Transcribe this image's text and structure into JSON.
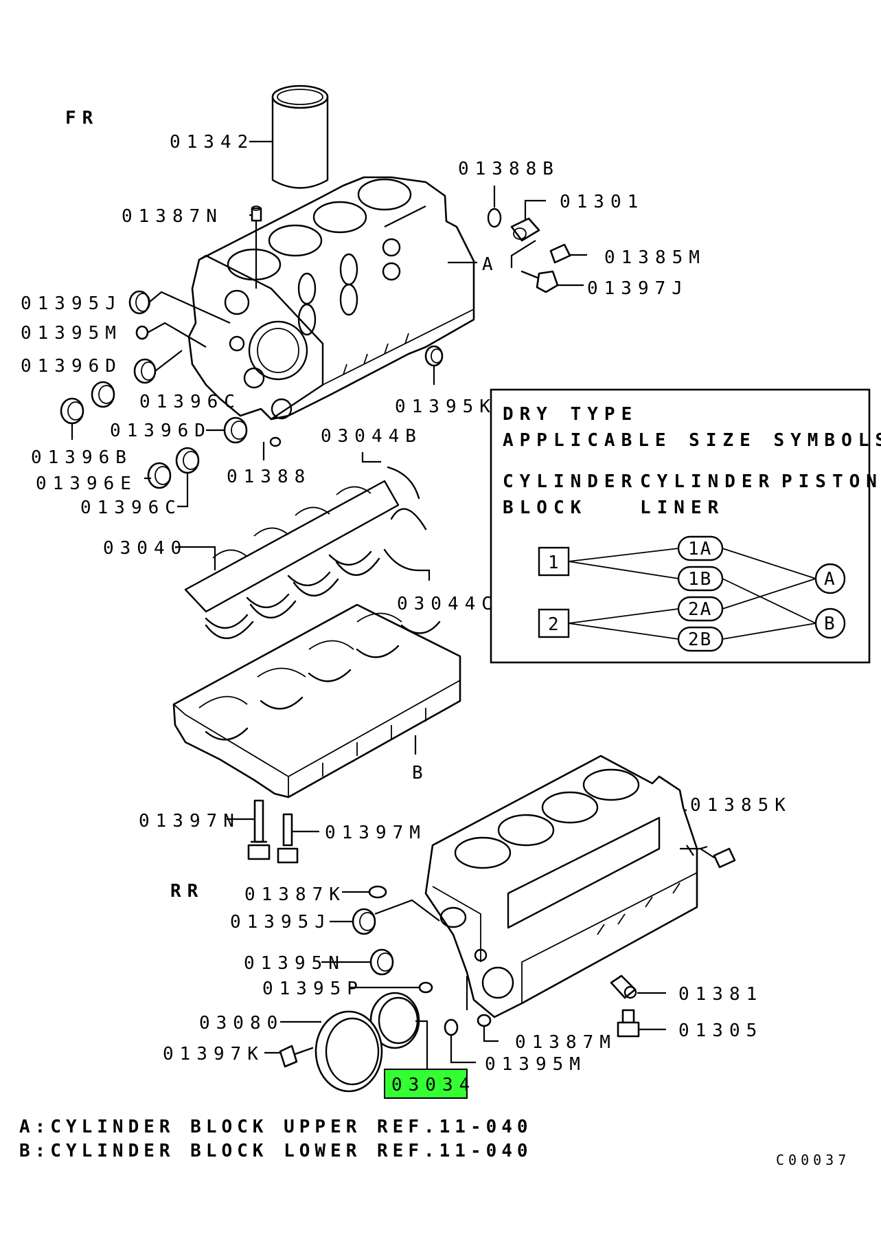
{
  "direction_labels": {
    "front": "FR",
    "rear": "RR"
  },
  "parts": {
    "p01342": "01342",
    "p01387N": "01387N",
    "p01388B": "01388B",
    "p01301": "01301",
    "p01385M": "01385M",
    "p01397J": "01397J",
    "p01395J_top": "01395J",
    "p01395M_top": "01395M",
    "p01396D_top": "01396D",
    "p01396C_top": "01396C",
    "p01395K": "01395K",
    "p01396D_mid": "01396D",
    "p01396B": "01396B",
    "p01396E": "01396E",
    "p01396C_bot": "01396C",
    "p01388": "01388",
    "p03044B": "03044B",
    "p03040": "03040",
    "p03044C": "03044C",
    "p01397N": "01397N",
    "p01397M": "01397M",
    "p01385K": "01385K",
    "p01387K": "01387K",
    "p01395J_bot": "01395J",
    "p01395N": "01395N",
    "p01395P": "01395P",
    "p01381": "01381",
    "p03080": "03080",
    "p01305": "01305",
    "p01387M": "01387M",
    "p01397K": "01397K",
    "p01395M_bot": "01395M",
    "p03034": "03034"
  },
  "callouts": {
    "a": "A",
    "b": "B"
  },
  "legend_box": {
    "title_line1": "DRY TYPE",
    "title_line2": "APPLICABLE SIZE SYMBOLS",
    "col_block_1": "CYLINDER",
    "col_block_2": "BLOCK",
    "col_liner_1": "CYLINDER",
    "col_liner_2": "LINER",
    "col_piston": "PISTON",
    "block_sizes": [
      "1",
      "2"
    ],
    "liner_sizes": [
      "1A",
      "1B",
      "2A",
      "2B"
    ],
    "piston_sizes": [
      "A",
      "B"
    ]
  },
  "notes": {
    "note_a": "A:CYLINDER BLOCK UPPER REF.11-040",
    "note_b": "B:CYLINDER BLOCK LOWER REF.11-040"
  },
  "drawing_code": "C00037",
  "highlight_color": "#33ff33"
}
